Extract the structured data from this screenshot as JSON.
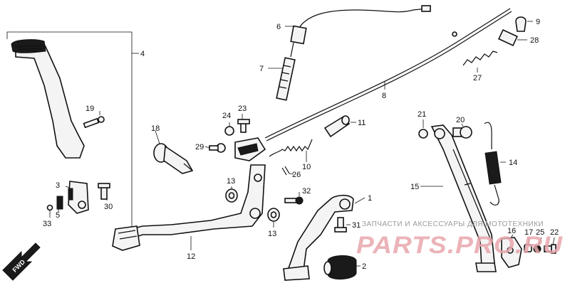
{
  "callouts": [
    "1",
    "2",
    "3",
    "4",
    "5",
    "6",
    "7",
    "8",
    "9",
    "10",
    "11",
    "12",
    "13",
    "13",
    "14",
    "15",
    "16",
    "17",
    "18",
    "19",
    "20",
    "21",
    "22",
    "23",
    "24",
    "25",
    "26",
    "27",
    "28",
    "29",
    "30",
    "31",
    "32",
    "33"
  ],
  "direction_arrow": "FWD",
  "watermark": {
    "line1": "ЗАПЧАСТИ И АКСЕССУАРЫ ДЛЯ МОТОТЕХНИКИ",
    "brand": "PARTS.PRO.RU"
  },
  "colors": {
    "line": "#111111",
    "watermark_red": "#e8a6ac",
    "watermark_gray": "#9a9a9a"
  }
}
